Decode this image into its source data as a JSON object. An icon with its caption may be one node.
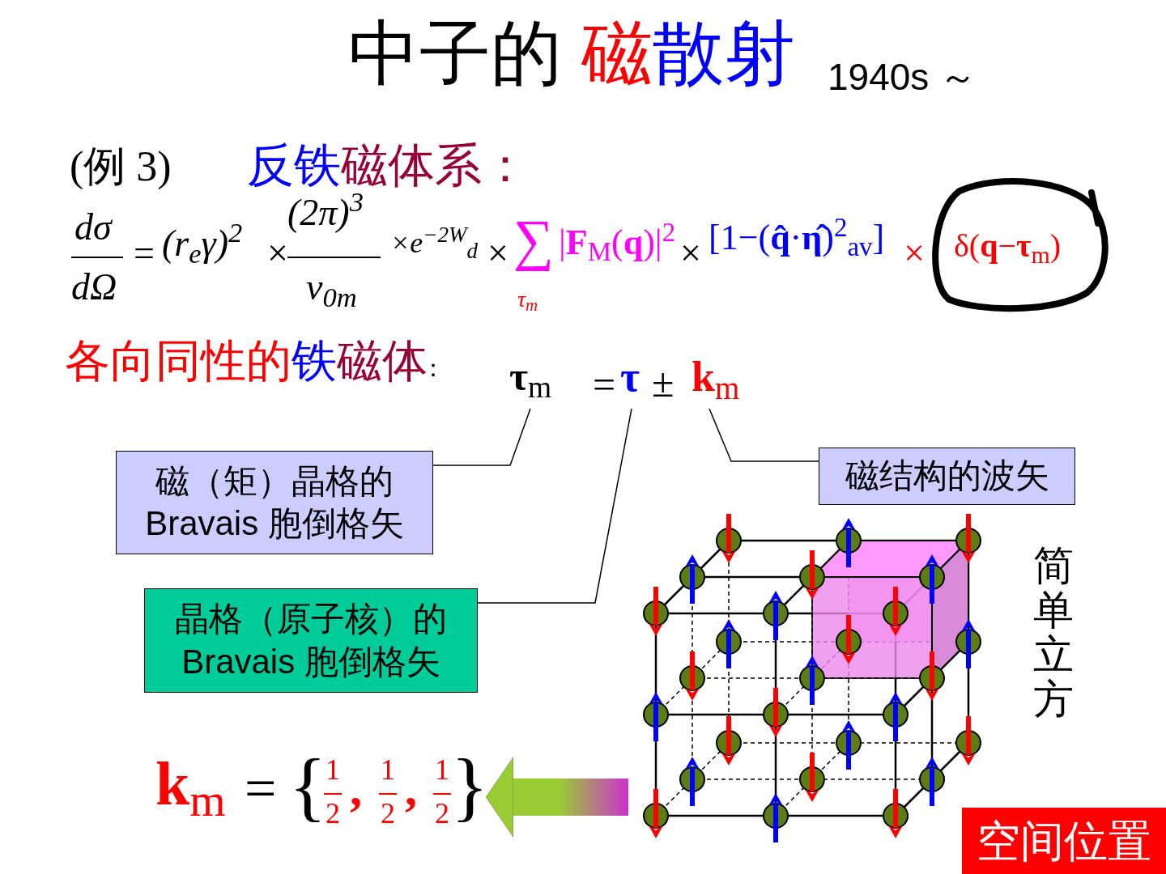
{
  "diagram": {
    "nodes": [
      {
        "text": [
          "**τ**$_{m}$"
        ]
      },
      {
        "text": [
          "τ"
        ]
      },
      {
        "text": [
          "**k**$_{m}$"
        ]
      },
      {
        "text": [
          "磁（矩）晶格的 Bravais 胞倒格矢"
        ]
      },
      {
        "text": [
          "晶格（原子核）的 Bravais 胞倒格矢"
        ]
      },
      {
        "text": [
          "磁结构的波矢"
        ]
      },
      {
        "text": [],
        "shape": "picture"
      },
      {
        "text": [
          "**k**$_{m}$",
          "=",
          "{",
          "1",
          "2",
          ",",
          "1",
          "2",
          ",",
          "1",
          "2",
          "}"
        ]
      },
      {
        "text": [
          "空间位置"
        ]
      }
    ],
    "edges": [
      {
        "from": 3,
        "to": 0,
        "arrow": "none"
      },
      {
        "from": 4,
        "to": 1,
        "arrow": "none"
      },
      {
        "from": 5,
        "to": 2,
        "arrow": "none"
      },
      {
        "from": 6,
        "to": 7,
        "arrow": "to",
        "style": "thick"
      }
    ],
    "labels": [
      "中子的",
      "磁",
      "散射",
      "1940s ～",
      "(例 3)",
      "反铁",
      "磁体系：",
      "dσ",
      "dΩ",
      "=",
      "(r$_{e}$γ)$^{2}$",
      "×",
      "(2π)$^{3}$",
      "v$_{0m}$",
      "×e$^{−2W}$$_{d}$",
      "×",
      "∑",
      "τ$_{m}$",
      "|**F**$_{M}$(**q**)|$^{2}$",
      "×",
      "[1−(**q̂**·**η̂**)$^{2}$$_{av}$]",
      "×",
      "δ(**q**−**τ**$_{m}$)",
      "各向同性的",
      "铁",
      "磁体",
      "：",
      "=",
      "±",
      "简单立方"
    ]
  }
}
